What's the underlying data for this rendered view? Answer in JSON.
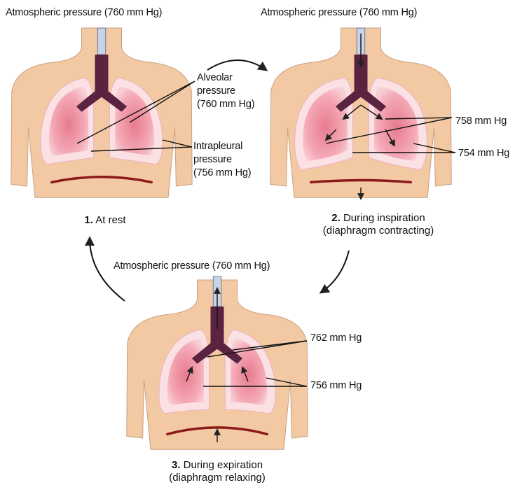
{
  "panels": [
    {
      "atmospheric": "Atmospheric pressure (760 mm Hg)",
      "number": "1.",
      "caption": "At rest",
      "caption2": "",
      "labels": {
        "alveolar_1": "Alveolar",
        "alveolar_2": "pressure",
        "alveolar_3": "(760 mm Hg)",
        "intrapleural_1": "Intrapleural",
        "intrapleural_2": "pressure",
        "intrapleural_3": "(756 mm Hg)"
      }
    },
    {
      "atmospheric": "Atmospheric pressure (760 mm Hg)",
      "number": "2.",
      "caption": "During inspiration",
      "caption2": "(diaphragm contracting)",
      "labels": {
        "alveolar": "758 mm Hg",
        "intrapleural": "754 mm Hg"
      }
    },
    {
      "atmospheric": "Atmospheric pressure (760 mm Hg)",
      "number": "3.",
      "caption": "During expiration",
      "caption2": "(diaphragm relaxing)",
      "labels": {
        "alveolar": "762 mm Hg",
        "intrapleural": "756 mm Hg"
      }
    }
  ],
  "colors": {
    "skin": "#f3c9a4",
    "skin_outline": "#c9a07f",
    "lung_outer": "#fbe0e4",
    "lung_inner": "#ef8fa0",
    "trachea": "#5a2440",
    "diaphragm": "#8b1a1a"
  }
}
